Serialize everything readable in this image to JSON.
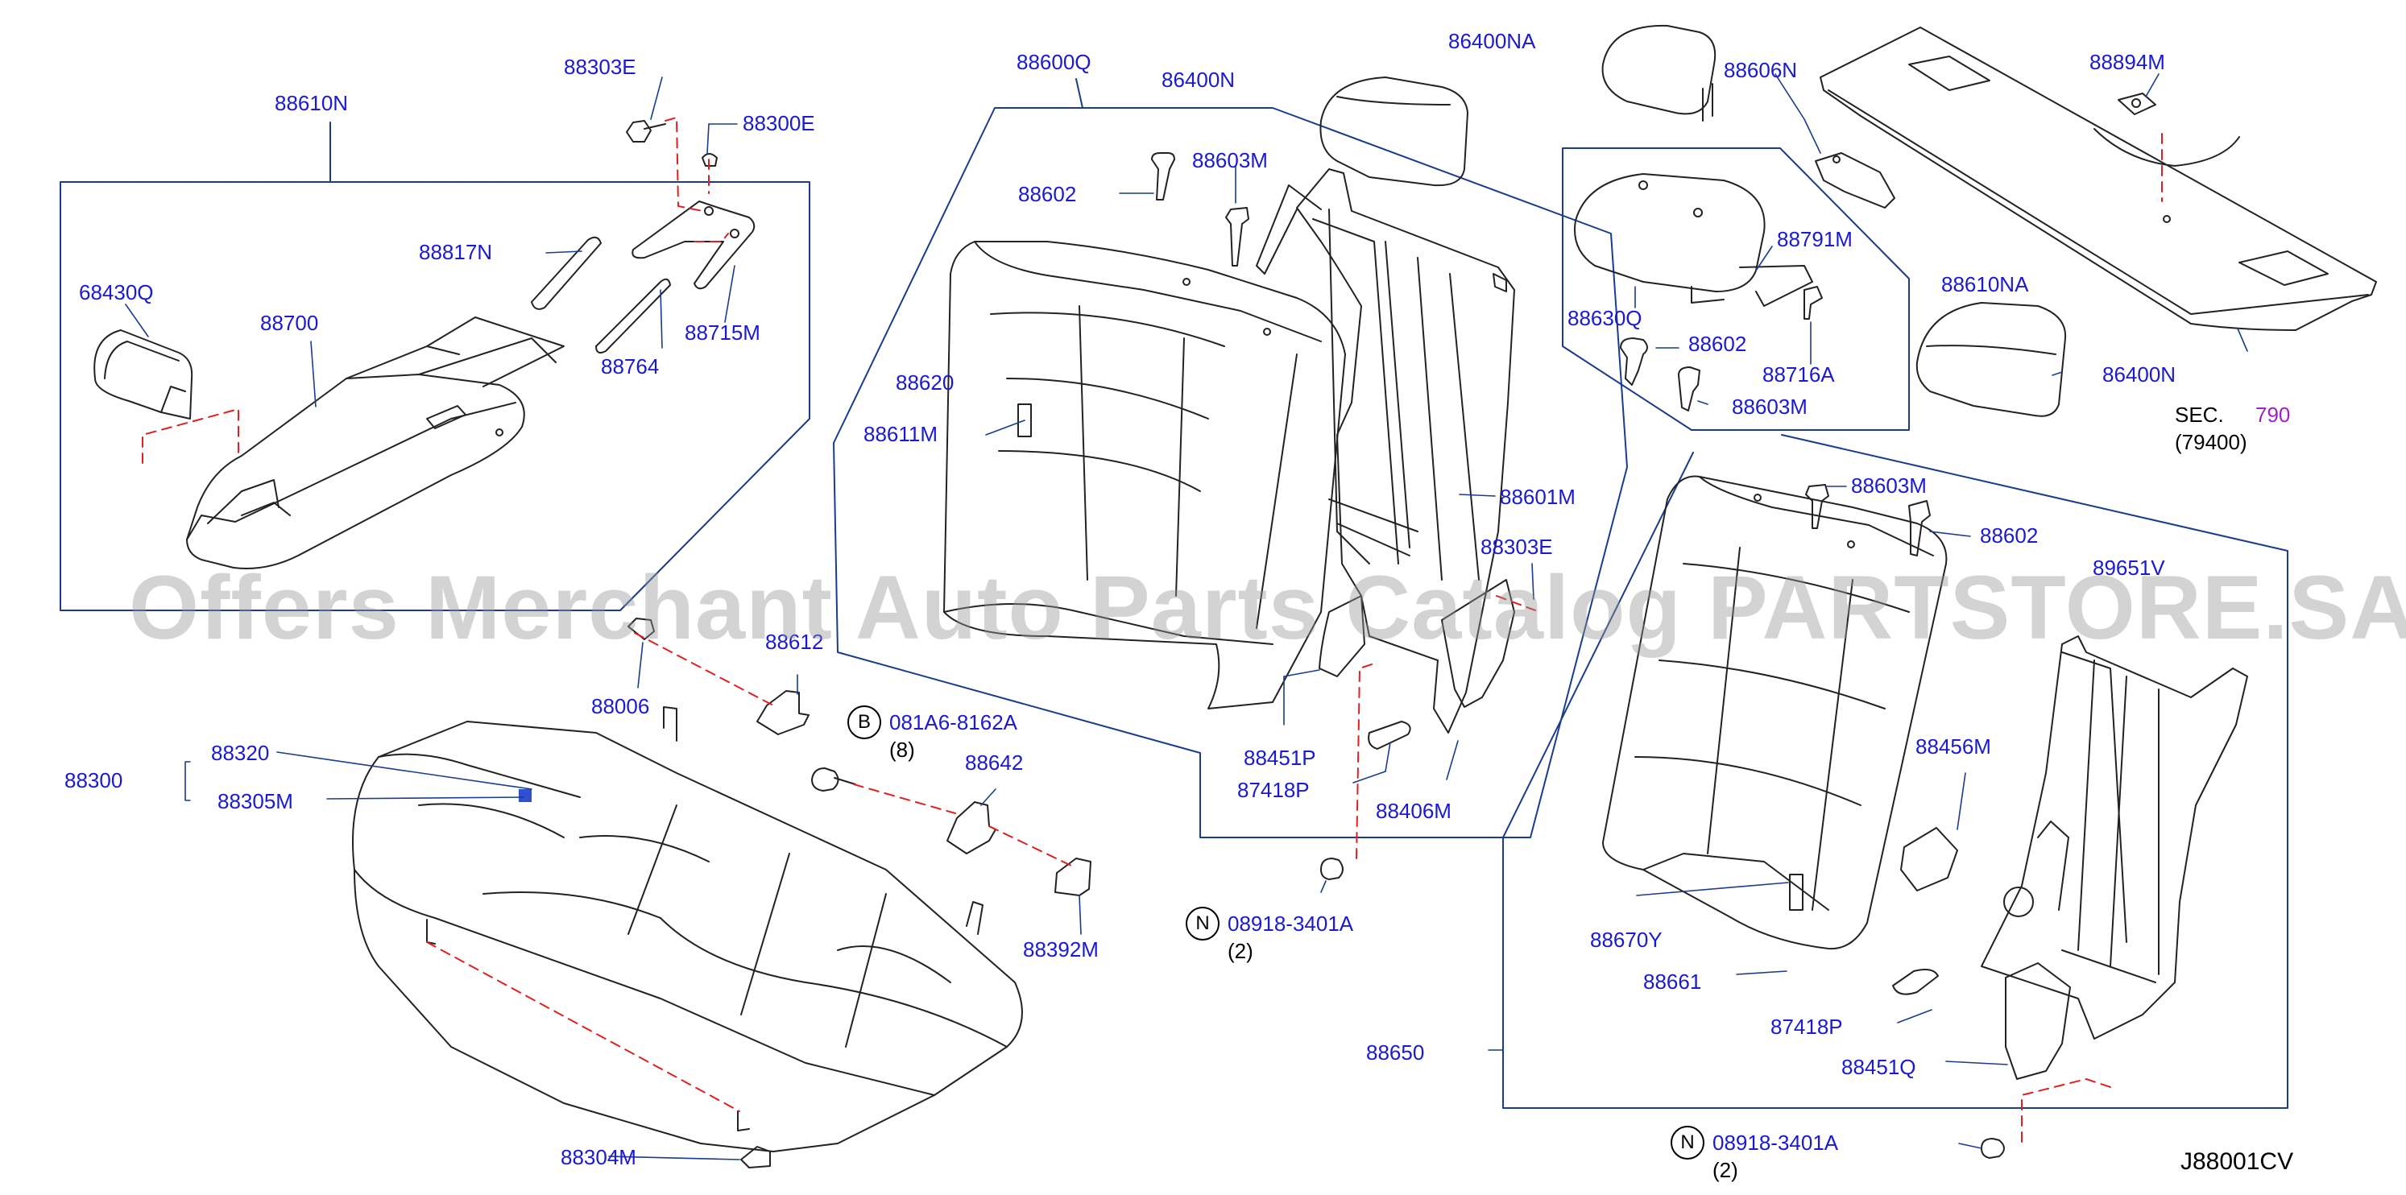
{
  "labels": {
    "p88610N": "88610N",
    "p88303E_top": "88303E",
    "p88300E": "88300E",
    "p88817N": "88817N",
    "p68430Q": "68430Q",
    "p88700": "88700",
    "p88764": "88764",
    "p88715M": "88715M",
    "p88600Q": "88600Q",
    "p86400N_top": "86400N",
    "p86400NA": "86400NA",
    "p88606N": "88606N",
    "p88894M": "88894M",
    "p88602_a": "88602",
    "p88603M_a": "88603M",
    "p88620": "88620",
    "p88611M": "88611M",
    "p88601M": "88601M",
    "p88303E_mid": "88303E",
    "p88791M": "88791M",
    "p88610NA": "88610NA",
    "p88630Q": "88630Q",
    "p88602_b": "88602",
    "p88716A": "88716A",
    "p88603M_b": "88603M",
    "p86400N_right": "86400N",
    "sec_label": "SEC.",
    "sec_number": "790",
    "sec_sub": "(79400)",
    "p88603M_c": "88603M",
    "p88602_c": "88602",
    "p89651V": "89651V",
    "p88612": "88612",
    "p88006": "88006",
    "p88300": "88300",
    "p88320": "88320",
    "p88305M": "88305M",
    "b_mark": "B",
    "b_part": "081A6-8162A",
    "b_qty": "(8)",
    "p88642": "88642",
    "p88451P": "88451P",
    "p87418P_a": "87418P",
    "p88406M": "88406M",
    "p88456M": "88456M",
    "n_mark_a": "N",
    "n_part_a": "08918-3401A",
    "n_qty_a": "(2)",
    "p88392M": "88392M",
    "p88670Y": "88670Y",
    "p88661": "88661",
    "p87418P_b": "87418P",
    "p88650": "88650",
    "p88451Q": "88451Q",
    "p88304M": "88304M",
    "n_mark_b": "N",
    "n_part_b": "08918-3401A",
    "n_qty_b": "(2)"
  },
  "watermark": "Offers Merchant Auto Parts Catalog PARTSTORE.SA",
  "diagram_code": "J88001CV",
  "colors": {
    "label": "#1a1ad0",
    "leader": "#1a3c8c",
    "dashed": "#e02020",
    "part": "#222222",
    "section_ref": "#a020c0"
  }
}
